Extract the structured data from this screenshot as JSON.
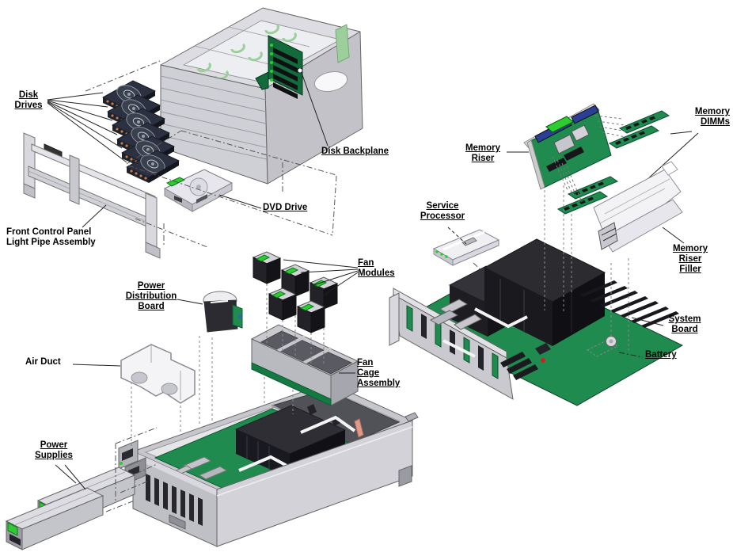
{
  "figure": {
    "type": "exploded-hardware-diagram",
    "background": "#ffffff"
  },
  "colors": {
    "board_green": "#1f8b4f",
    "board_green_dark": "#136a3a",
    "accent_green": "#2ecc2e",
    "mint_green": "#9ccf9c",
    "chassis_light": "#dcdce2",
    "chassis_mid": "#c2c2c8",
    "chassis_dark": "#9a9aa2",
    "component_black": "#1b1b20",
    "connector_orange": "#c87848",
    "connector_blue": "#2b3f96",
    "salmon": "#e09a8a",
    "led_red": "#cc2222",
    "leader_line": "#222222",
    "label_text": "#000000"
  },
  "labels": {
    "disk_drives": {
      "lines": [
        "Disk",
        "Drives"
      ],
      "underline": true
    },
    "front_control_panel": {
      "lines": [
        "Front Control Panel",
        "Light Pipe Assembly"
      ],
      "underline": false
    },
    "disk_backplane": {
      "lines": [
        "Disk Backplane"
      ],
      "underline": true
    },
    "dvd_drive": {
      "lines": [
        "DVD Drive"
      ],
      "underline": true
    },
    "memory_riser": {
      "lines": [
        "Memory",
        "Riser"
      ],
      "underline": true
    },
    "memory_dimms": {
      "lines": [
        "Memory",
        "DIMMs"
      ],
      "underline": true
    },
    "memory_riser_filler": {
      "lines": [
        "Memory",
        "Riser",
        "Filler"
      ],
      "underline": true
    },
    "service_processor": {
      "lines": [
        "Service",
        "Processor"
      ],
      "underline": true
    },
    "system_board": {
      "lines": [
        "System",
        "Board"
      ],
      "underline": true
    },
    "battery": {
      "lines": [
        "Battery"
      ],
      "underline": true
    },
    "power_distribution_board": {
      "lines": [
        "Power",
        "Distribution",
        "Board"
      ],
      "underline": true
    },
    "air_duct": {
      "lines": [
        "Air Duct"
      ],
      "underline": false
    },
    "fan_modules": {
      "lines": [
        "Fan",
        "Modules"
      ],
      "underline": true
    },
    "fan_cage_assembly": {
      "lines": [
        "Fan",
        "Cage",
        "Assembly"
      ],
      "underline": true
    },
    "power_supplies": {
      "lines": [
        "Power",
        "Supplies"
      ],
      "underline": true
    }
  }
}
